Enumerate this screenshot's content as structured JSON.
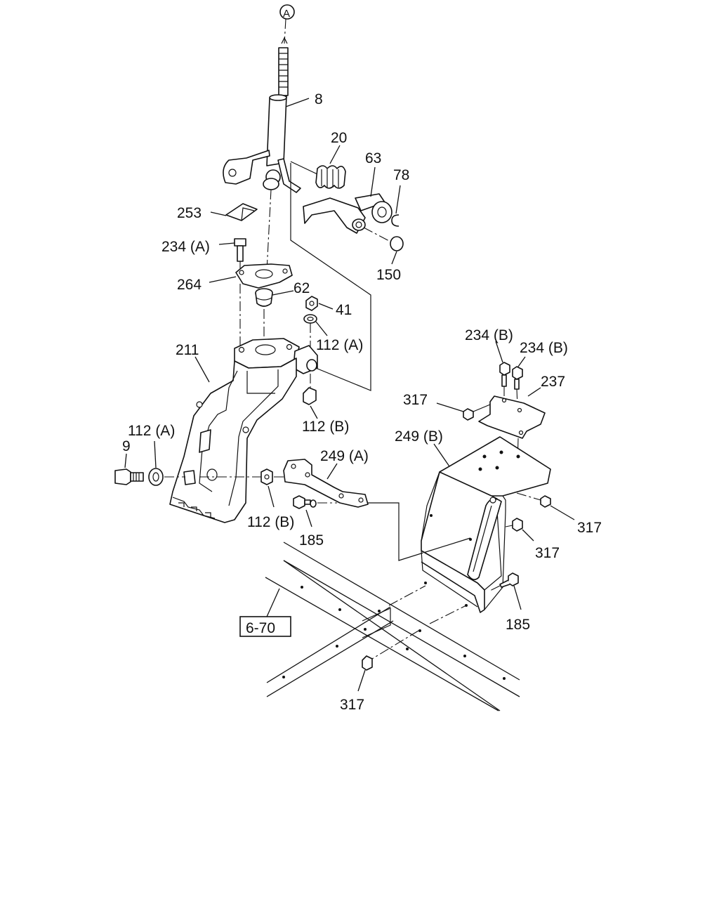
{
  "diagram": {
    "callouts": [
      {
        "id": "c-A",
        "text": "A"
      },
      {
        "id": "c-8",
        "text": "8"
      },
      {
        "id": "c-20",
        "text": "20"
      },
      {
        "id": "c-63",
        "text": "63"
      },
      {
        "id": "c-78",
        "text": "78"
      },
      {
        "id": "c-253",
        "text": "253"
      },
      {
        "id": "c-234A",
        "text": "234 (A)"
      },
      {
        "id": "c-150",
        "text": "150"
      },
      {
        "id": "c-264",
        "text": "264"
      },
      {
        "id": "c-62",
        "text": "62"
      },
      {
        "id": "c-41",
        "text": "41"
      },
      {
        "id": "c-112A-top",
        "text": "112 (A)"
      },
      {
        "id": "c-211",
        "text": "211"
      },
      {
        "id": "c-112B-top",
        "text": "112 (B)"
      },
      {
        "id": "c-112A-left",
        "text": "112 (A)"
      },
      {
        "id": "c-9",
        "text": "9"
      },
      {
        "id": "c-112B-mid",
        "text": "112 (B)"
      },
      {
        "id": "c-249A",
        "text": "249 (A)"
      },
      {
        "id": "c-185-mid",
        "text": "185"
      },
      {
        "id": "c-234B-1",
        "text": "234 (B)"
      },
      {
        "id": "c-234B-2",
        "text": "234 (B)"
      },
      {
        "id": "c-237",
        "text": "237"
      },
      {
        "id": "c-317-a",
        "text": "317"
      },
      {
        "id": "c-249B",
        "text": "249 (B)"
      },
      {
        "id": "c-317-b",
        "text": "317"
      },
      {
        "id": "c-317-c",
        "text": "317"
      },
      {
        "id": "c-185-right",
        "text": "185"
      },
      {
        "id": "c-317-d",
        "text": "317"
      }
    ],
    "reference_box": "6-70"
  }
}
